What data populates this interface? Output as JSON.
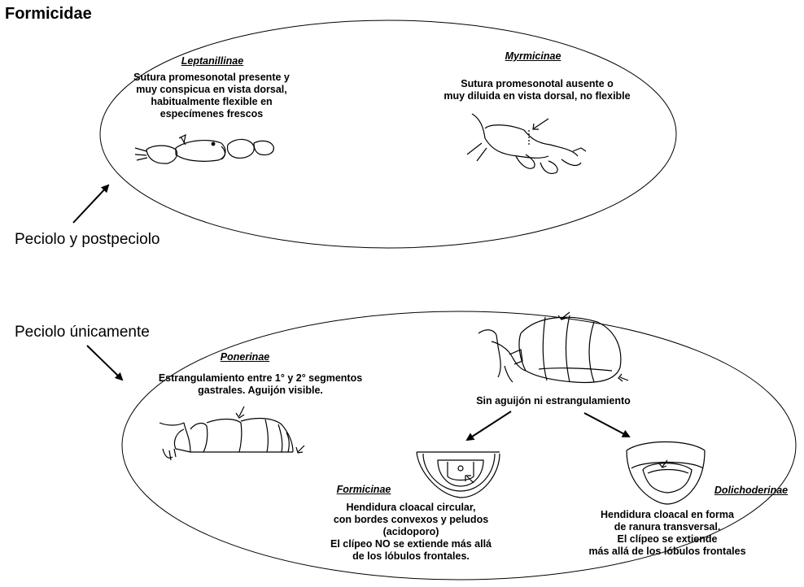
{
  "title": "Formicidae",
  "groups": {
    "upper": {
      "label": "Peciolo y postpeciolo",
      "leptanillinae": {
        "name": "Leptanillinae",
        "lines": [
          "Sutura promesonotal presente y",
          "muy conspicua en vista dorsal,",
          "habitualmente flexible en",
          "especímenes frescos"
        ]
      },
      "myrmicinae": {
        "name": "Myrmicinae",
        "lines": [
          "Sutura promesonotal ausente o",
          "muy diluida en vista dorsal, no flexible"
        ]
      }
    },
    "lower": {
      "label": "Peciolo únicamente",
      "ponerinae": {
        "name": "Ponerinae",
        "lines": [
          "Estrangulamiento entre 1° y 2° segmentos",
          "gastrales. Aguijón visible."
        ]
      },
      "branch_text": "Sin aguijón ni estrangulamiento",
      "formicinae": {
        "name": "Formicinae",
        "lines": [
          "Hendidura cloacal circular,",
          "con bordes convexos y peludos",
          "(acidoporo)",
          "El clípeo NO se extiende más allá",
          "de los lóbulos frontales."
        ]
      },
      "dolichoderinae": {
        "name": "Dolichoderinae",
        "lines": [
          "Hendidura cloacal en forma",
          "de ranura transversal.",
          "El clípeo se extiende",
          "más allá de los lóbulos frontales"
        ]
      }
    }
  }
}
